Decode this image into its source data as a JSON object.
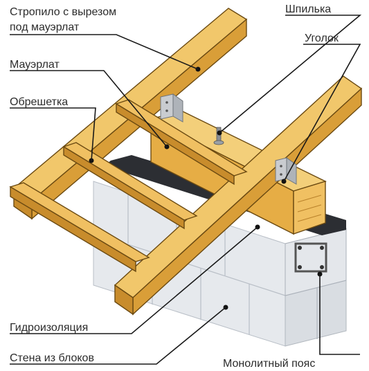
{
  "labels": {
    "rafter": "Стропило с вырезом",
    "rafter_line2": "под мауэрлат",
    "stud": "Шпилька",
    "corner": "Уголок",
    "mauerlat": "Мауэрлат",
    "lathing": "Обрешетка",
    "waterproofing": "Гидроизоляция",
    "block_wall": "Стена из блоков",
    "monolithic_belt": "Монолитный пояс"
  },
  "colors": {
    "wood_light": "#f1c76b",
    "wood_mid": "#e0a83e",
    "wood_dark": "#b9812a",
    "block_light": "#e9ecf0",
    "block_shade": "#cfd3d9",
    "block_dark": "#aeb4bc",
    "waterproofing": "#2c2e33",
    "metal": "#c9ccd0"
  }
}
